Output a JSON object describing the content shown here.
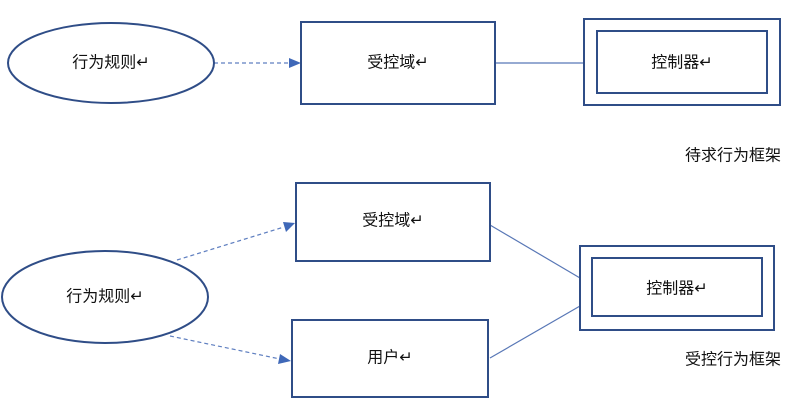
{
  "diagram_top": {
    "rule_label": "行为规则↵",
    "domain_label": "受控域↵",
    "controller_label": "控制器↵",
    "caption": "待求行为框架"
  },
  "diagram_bottom": {
    "rule_label": "行为规则↵",
    "domain_label": "受控域↵",
    "user_label": "用户↵",
    "controller_label": "控制器↵",
    "caption": "受控行为框架"
  },
  "colors": {
    "stroke": "#2f4d87",
    "line": "#5877b6",
    "arrow": "#3f68b8"
  }
}
